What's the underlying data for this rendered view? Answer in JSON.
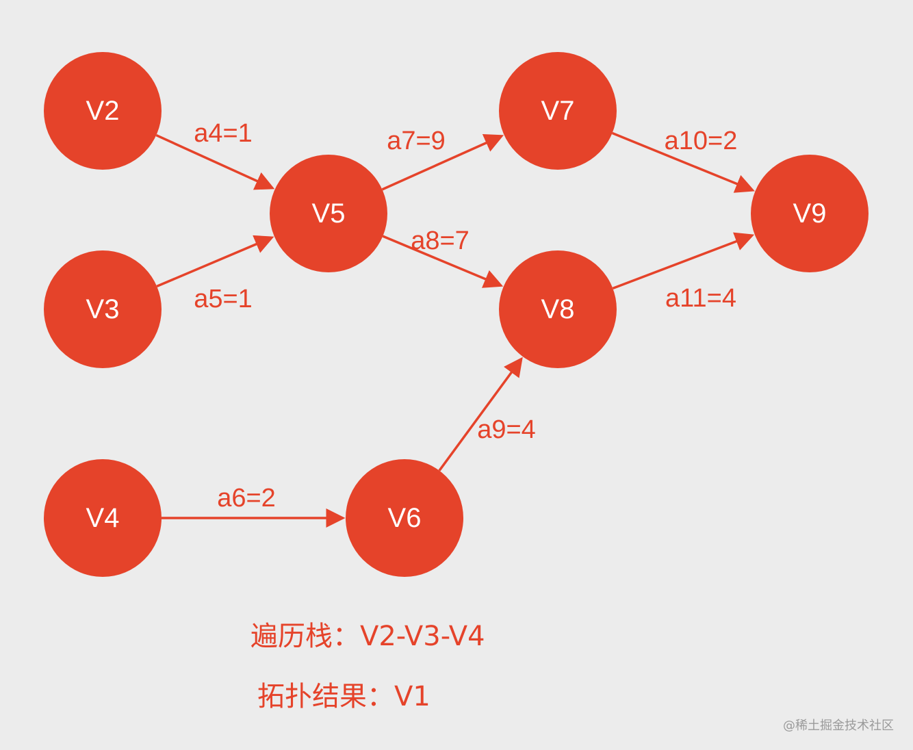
{
  "graph": {
    "node_color": "#e5432a",
    "edge_color": "#e5432a",
    "background": "#ececec",
    "nodes": [
      {
        "id": "V2",
        "label": "V2"
      },
      {
        "id": "V3",
        "label": "V3"
      },
      {
        "id": "V4",
        "label": "V4"
      },
      {
        "id": "V5",
        "label": "V5"
      },
      {
        "id": "V6",
        "label": "V6"
      },
      {
        "id": "V7",
        "label": "V7"
      },
      {
        "id": "V8",
        "label": "V8"
      },
      {
        "id": "V9",
        "label": "V9"
      }
    ],
    "edges": [
      {
        "from": "V2",
        "to": "V5",
        "label": "a4=1"
      },
      {
        "from": "V3",
        "to": "V5",
        "label": "a5=1"
      },
      {
        "from": "V4",
        "to": "V6",
        "label": "a6=2"
      },
      {
        "from": "V5",
        "to": "V7",
        "label": "a7=9"
      },
      {
        "from": "V5",
        "to": "V8",
        "label": "a8=7"
      },
      {
        "from": "V6",
        "to": "V8",
        "label": "a9=4"
      },
      {
        "from": "V7",
        "to": "V9",
        "label": "a10=2"
      },
      {
        "from": "V8",
        "to": "V9",
        "label": "a11=4"
      }
    ]
  },
  "captions": {
    "stack": "遍历栈：V2-V3-V4",
    "topo_result": "拓扑结果：V1"
  },
  "watermark": "@稀土掘金技术社区"
}
